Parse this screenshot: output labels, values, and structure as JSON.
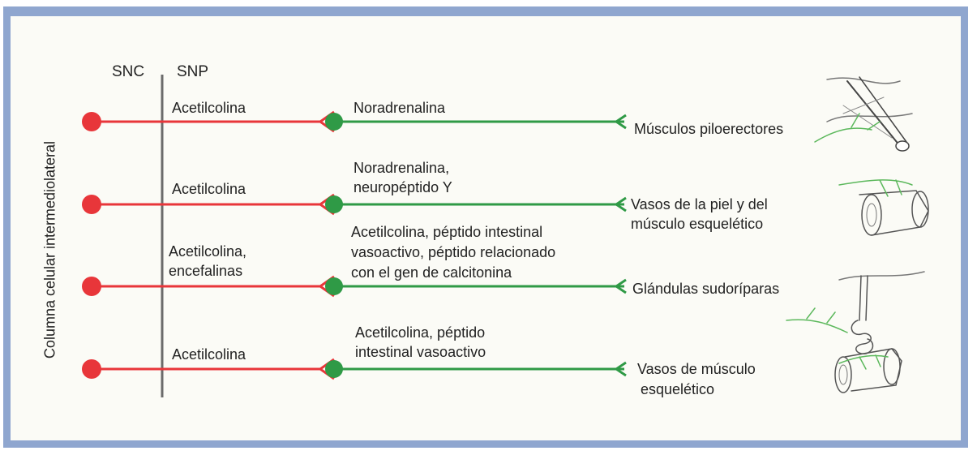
{
  "headers": {
    "left": "SNC",
    "right": "SNP"
  },
  "column_label": "Columna celular intermediolateral",
  "colors": {
    "preganglionic": "#e8363a",
    "postganglionic": "#2f9a46",
    "divider": "#6b6b6b",
    "frame": "#8fa6cf"
  },
  "pathways": [
    {
      "pre_transmitter": [
        "Acetilcolina"
      ],
      "post_transmitter": [
        "Noradrenalina"
      ],
      "target": [
        "Músculos piloerectores"
      ],
      "illustration": "piloerector-muscle"
    },
    {
      "pre_transmitter": [
        "Acetilcolina"
      ],
      "post_transmitter": [
        "Noradrenalina,",
        "neuropéptido Y"
      ],
      "target": [
        "Vasos de la piel y del",
        "músculo esquelético"
      ],
      "illustration": "blood-vessel"
    },
    {
      "pre_transmitter": [
        "Acetilcolina,",
        "encefalinas"
      ],
      "post_transmitter": [
        "Acetilcolina, péptido intestinal",
        "vasoactivo, péptido relacionado",
        "con el gen de calcitonina"
      ],
      "target": [
        "Glándulas sudoríparas"
      ],
      "illustration": "sweat-gland"
    },
    {
      "pre_transmitter": [
        "Acetilcolina"
      ],
      "post_transmitter": [
        "Acetilcolina, péptido",
        "intestinal vasoactivo"
      ],
      "target": [
        "Vasos de músculo",
        "esquelético"
      ],
      "illustration": "blood-vessel"
    }
  ]
}
